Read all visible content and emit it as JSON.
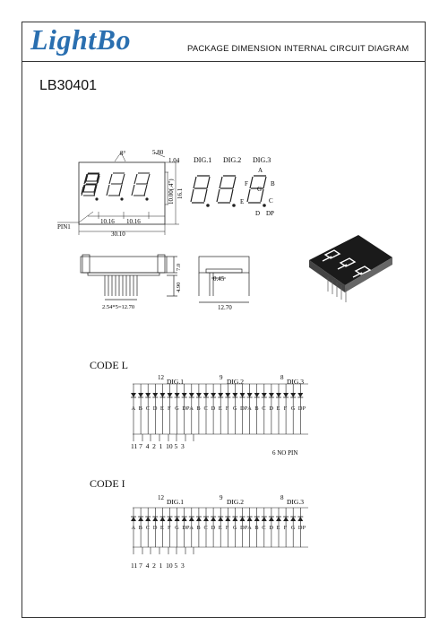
{
  "header": {
    "logo": "LightBo",
    "title": "PACKAGE DIMENSION INTERNAL CIRCUIT DIAGRAM",
    "part_number": "LB30401"
  },
  "dims": {
    "angle": "8°",
    "seg_w": "5.80",
    "d104": "1.04",
    "d1000": "10.00(.4\")",
    "d1610": "16.1",
    "d1016a": "10.16",
    "d1016b": "10.16",
    "d3010": "30.10",
    "pin1": "PIN1",
    "d700": "7.0",
    "d490": "4.90",
    "d254": "2.54*5=12.70",
    "d045": "0.45",
    "d1270": "12.70"
  },
  "labels": {
    "dig1": "DIG.1",
    "dig2": "DIG.2",
    "dig3": "DIG.3",
    "seg_a": "A",
    "seg_b": "B",
    "seg_c": "C",
    "seg_d": "D",
    "seg_e": "E",
    "seg_f": "F",
    "seg_g": "G",
    "seg_dp": "DP"
  },
  "code_l": {
    "title": "CODE L",
    "com1": "12",
    "com2": "9",
    "com3": "8",
    "dig1": "DIG.1",
    "dig2": "DIG.2",
    "dig3": "DIG.3",
    "segs": [
      "A",
      "B",
      "C",
      "D",
      "E",
      "F",
      "G",
      "DP"
    ],
    "bottom_pins": "11 7  4  2  1  10 5  3",
    "note": "6 NO PIN"
  },
  "code_i": {
    "title": "CODE I",
    "com1": "12",
    "com2": "9",
    "com3": "8",
    "dig1": "DIG.1",
    "dig2": "DIG.2",
    "dig3": "DIG.3",
    "segs": [
      "A",
      "B",
      "C",
      "D",
      "E",
      "F",
      "G",
      "DP"
    ],
    "bottom_pins": "11 7  4  2  1  10 5  3"
  }
}
